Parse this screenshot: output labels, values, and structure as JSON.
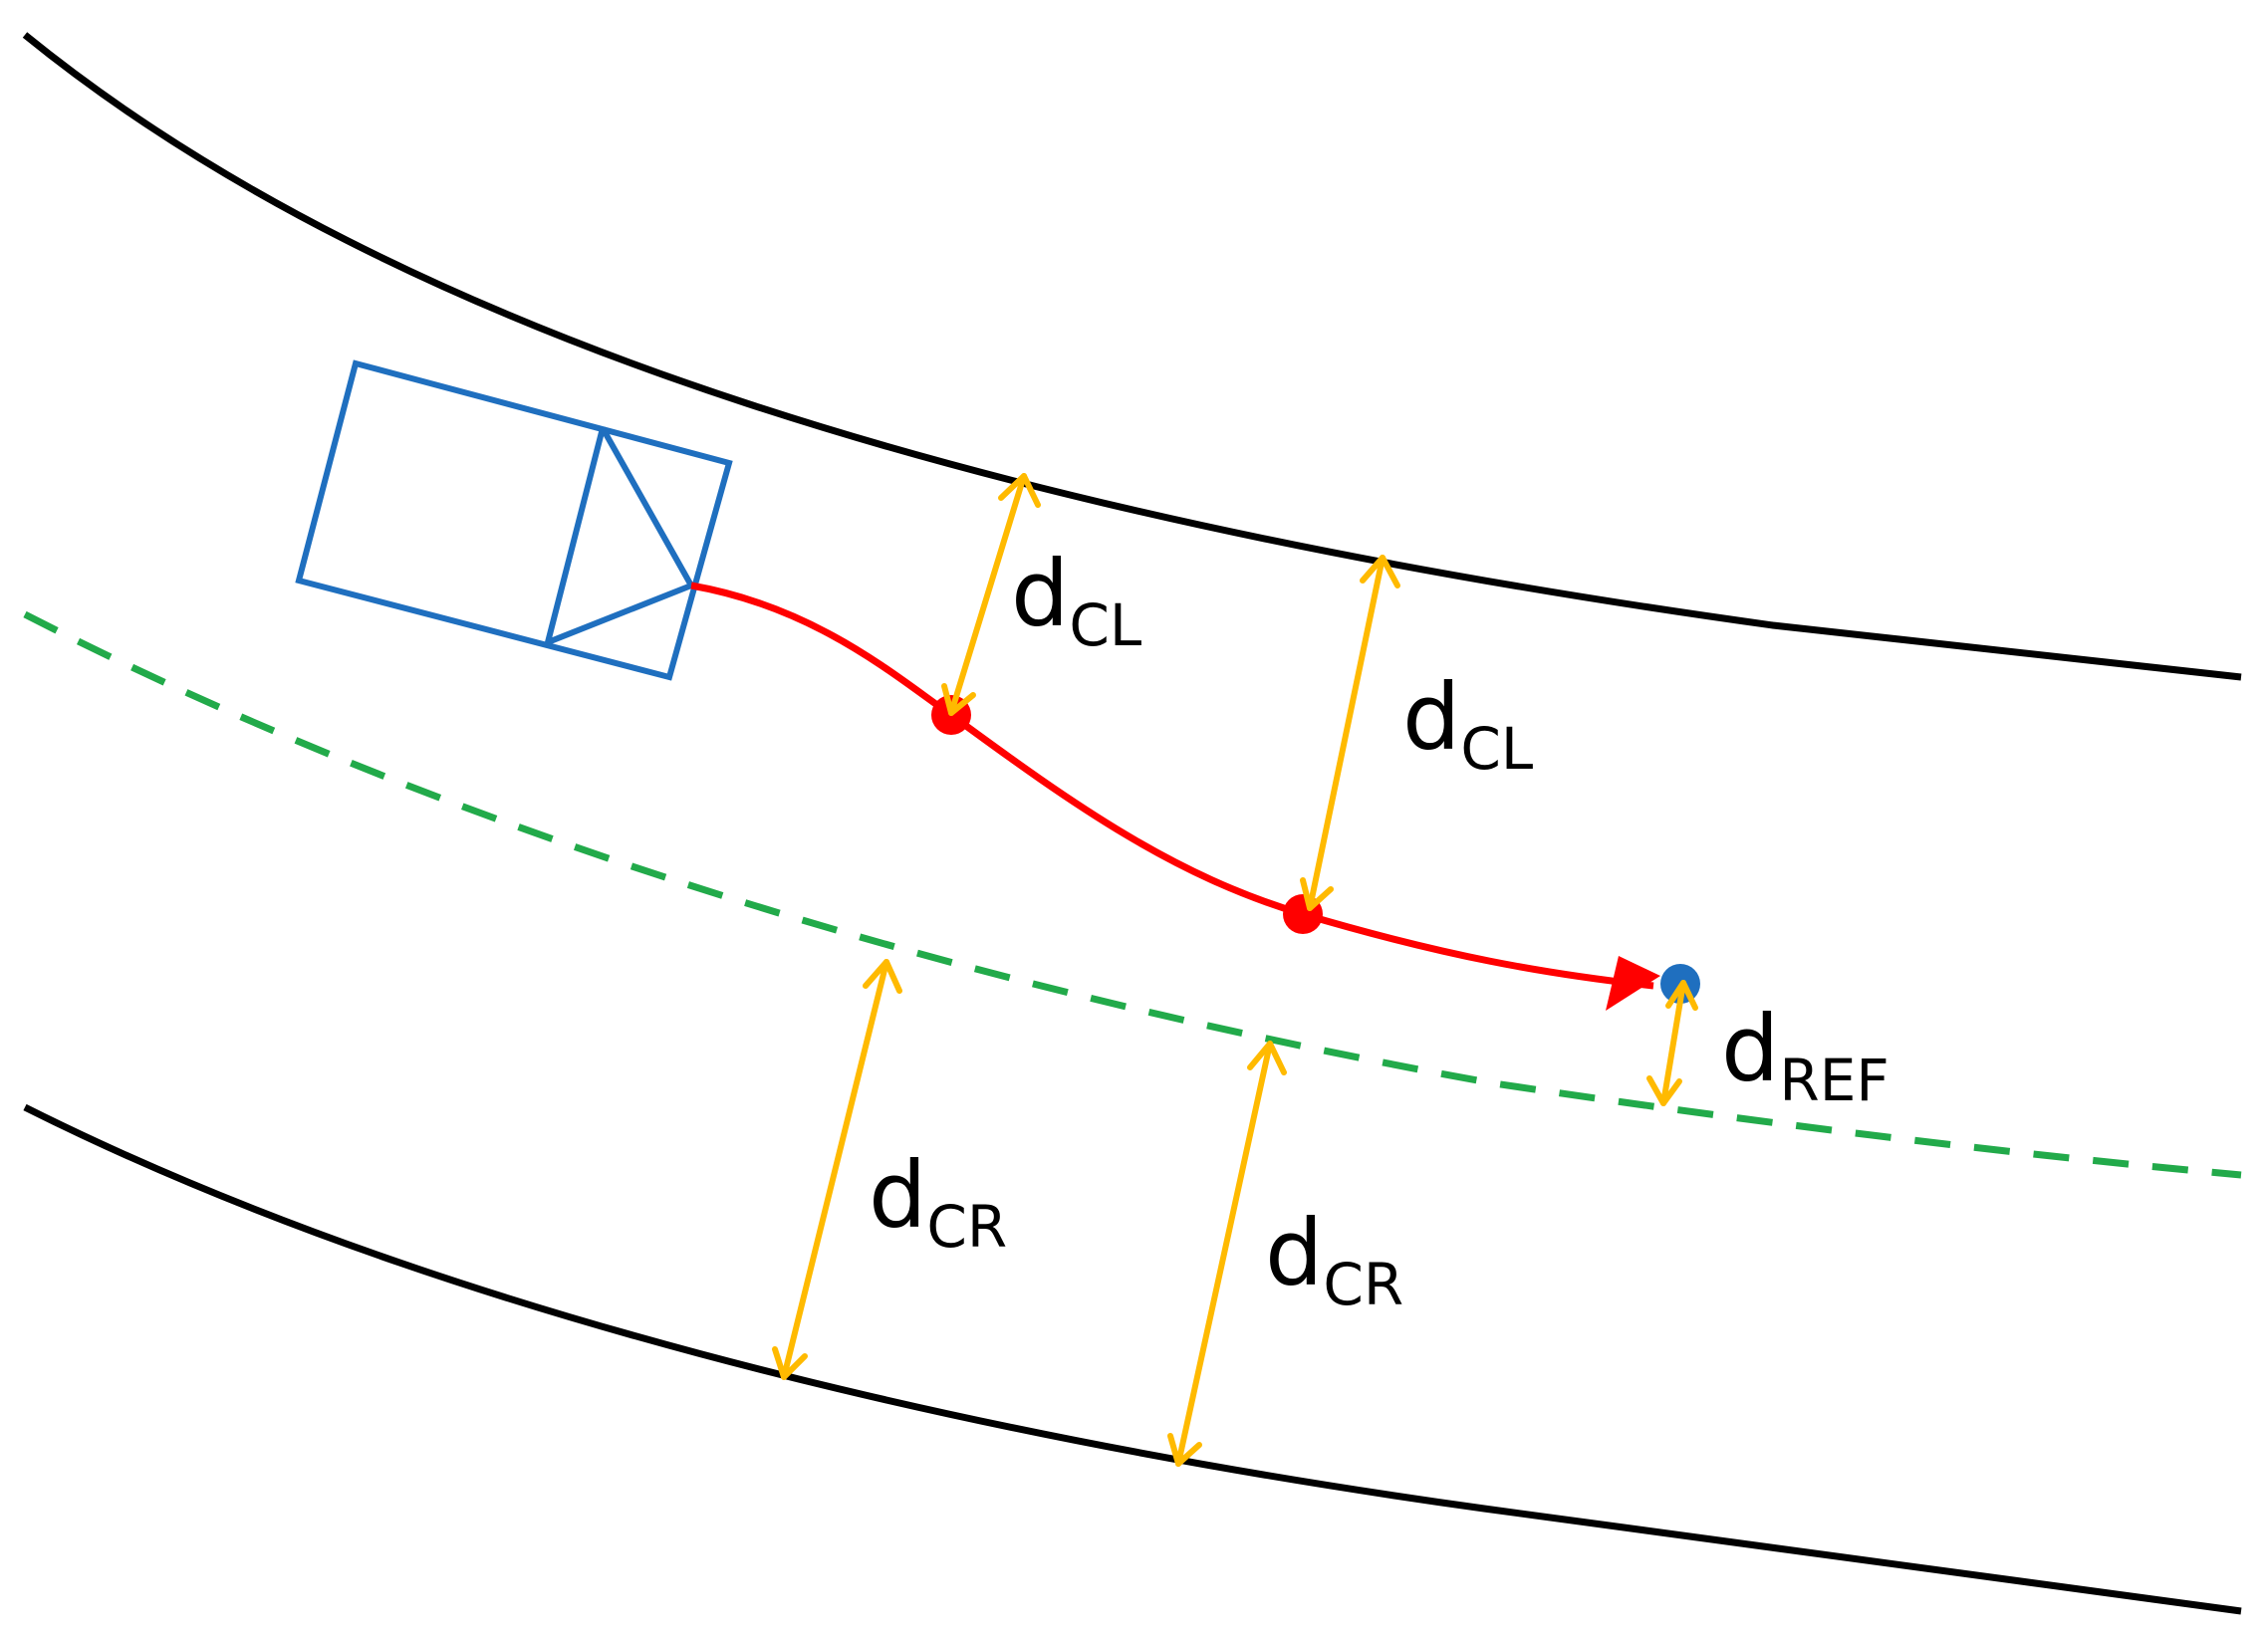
{
  "colors": {
    "road_edge": "#000000",
    "reference_path": "#22aa4a",
    "vehicle": "#1f6fbf",
    "planned_path": "#ff0000",
    "distance_arrow": "#ffba00",
    "target_point": "#1f6fbf",
    "label_text": "#000000"
  },
  "labels": {
    "d_cl_1": {
      "main": "d",
      "sub": "CL"
    },
    "d_cl_2": {
      "main": "d",
      "sub": "CL"
    },
    "d_cr_1": {
      "main": "d",
      "sub": "CR"
    },
    "d_cr_2": {
      "main": "d",
      "sub": "CR"
    },
    "d_ref": {
      "main": "d",
      "sub": "REF"
    }
  }
}
